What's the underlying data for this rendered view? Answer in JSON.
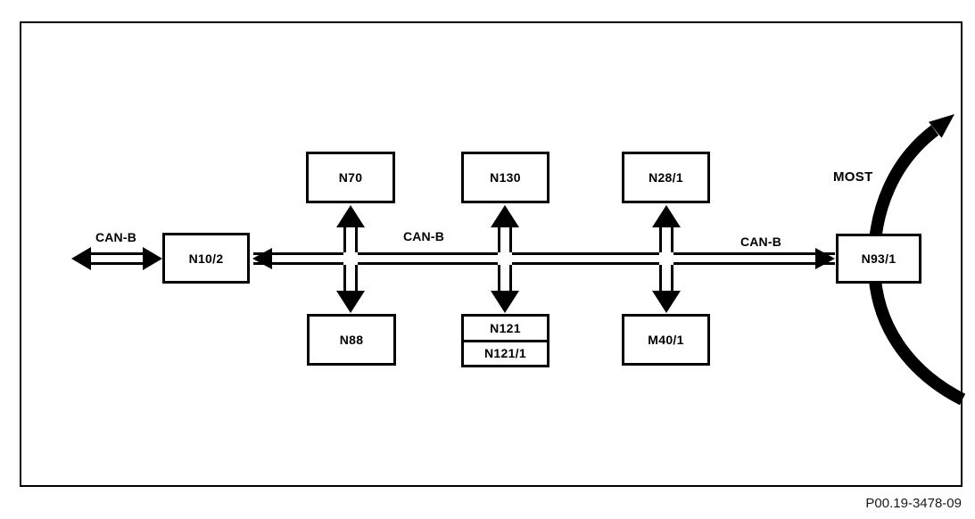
{
  "diagram_type": "vehicle-network-bus-topology",
  "nodes": {
    "n10_2": {
      "label": "N10/2"
    },
    "n70": {
      "label": "N70"
    },
    "n88": {
      "label": "N88"
    },
    "n130": {
      "label": "N130"
    },
    "n121": {
      "label": "N121"
    },
    "n121_1": {
      "label": "N121/1"
    },
    "n28_1": {
      "label": "N28/1"
    },
    "m40_1": {
      "label": "M40/1"
    },
    "n93_1": {
      "label": "N93/1"
    }
  },
  "bus": {
    "label_left": "CAN-B",
    "label_middle": "CAN-B",
    "label_right": "CAN-B"
  },
  "most": {
    "label": "MOST"
  },
  "caption": "P00.19-3478-09",
  "colors": {
    "line": "#000000",
    "background": "#ffffff"
  }
}
